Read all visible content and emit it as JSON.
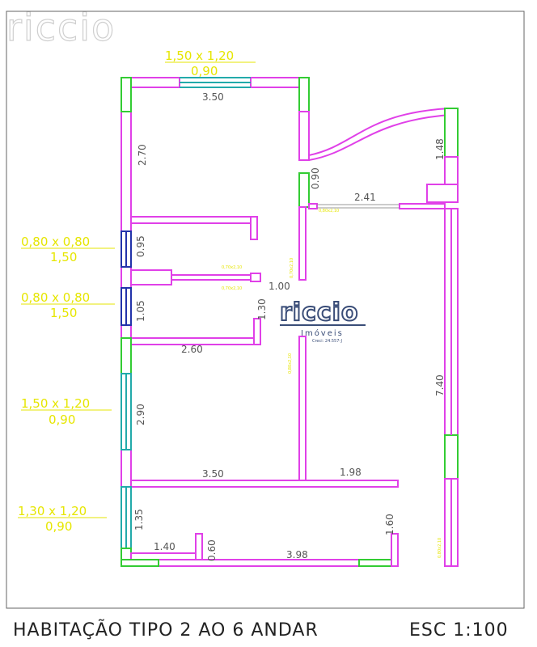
{
  "plan": {
    "footer_title": "HABITAÇÃO TIPO 2 AO 6 ANDAR",
    "footer_scale": "ESC 1:100",
    "watermark": "riccio",
    "brand": {
      "name": "riccio",
      "subtitle": "Imóveis",
      "credit": "Creci: 24.557-J"
    },
    "windows": [
      {
        "size": "1,50 x 1,20",
        "sill": "0,90"
      },
      {
        "size": "0,80 x 0,80",
        "sill": "1,50"
      },
      {
        "size": "0,80 x 0,80",
        "sill": "1,50"
      },
      {
        "size": "1,50 x 1,20",
        "sill": "0,90"
      },
      {
        "size": "1,30 x 1,20",
        "sill": "0,90"
      }
    ],
    "dimensions": {
      "top_width": "3.50",
      "left_top": "2.70",
      "bath1_height": "0.95",
      "bath2_height": "1.05",
      "center_width": "1.00",
      "center_height": "1.30",
      "room_width": "2.60",
      "lower_left": "2.90",
      "lower_width": "3.50",
      "lower_right": "1.98",
      "bottom_left_height": "1.35",
      "bottom_small_width": "1.40",
      "bottom_small_height": "0.60",
      "bottom_width": "3.98",
      "bottom_right_height": "1.60",
      "right_height": "7.40",
      "top_right_height": "1.48",
      "hall_height": "0.90",
      "hall_width": "2.41"
    },
    "door_tags": [
      "0,80x2,10",
      "0,70x2,10",
      "0,70x2,10",
      "0,70x2,10",
      "0,80x2,10",
      "0,80x2,10"
    ]
  }
}
